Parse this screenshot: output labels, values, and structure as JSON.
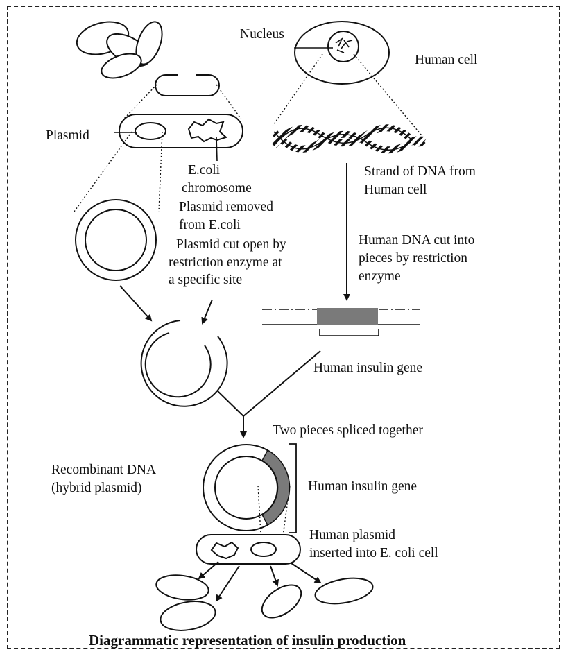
{
  "labels": {
    "nucleus": "Nucleus",
    "human_cell": "Human cell",
    "plasmid": "Plasmid",
    "ecoli_chromosome": [
      "E.coli",
      "chromosome"
    ],
    "dna_strand": [
      "Strand of DNA from",
      "Human cell"
    ],
    "plasmid_removed": [
      "Plasmid removed",
      "from E.coli"
    ],
    "plasmid_cut": [
      "Plasmid cut open by",
      "restriction enzyme at",
      "a specific site"
    ],
    "human_dna_cut": [
      "Human DNA cut into",
      "pieces by restriction",
      "enzyme"
    ],
    "human_insulin_gene": "Human insulin gene",
    "spliced": "Two pieces spliced together",
    "recombinant": [
      "Recombinant DNA",
      "(hybrid plasmid)"
    ],
    "human_insulin_gene_2": "Human insulin gene",
    "inserted": [
      "Human plasmid",
      "inserted into E. coli cell"
    ]
  },
  "caption": "Diagrammatic  representation of insulin production",
  "colors": {
    "line": "#111111",
    "gene_fill": "#7a7a7a",
    "hatch": "#111111"
  }
}
